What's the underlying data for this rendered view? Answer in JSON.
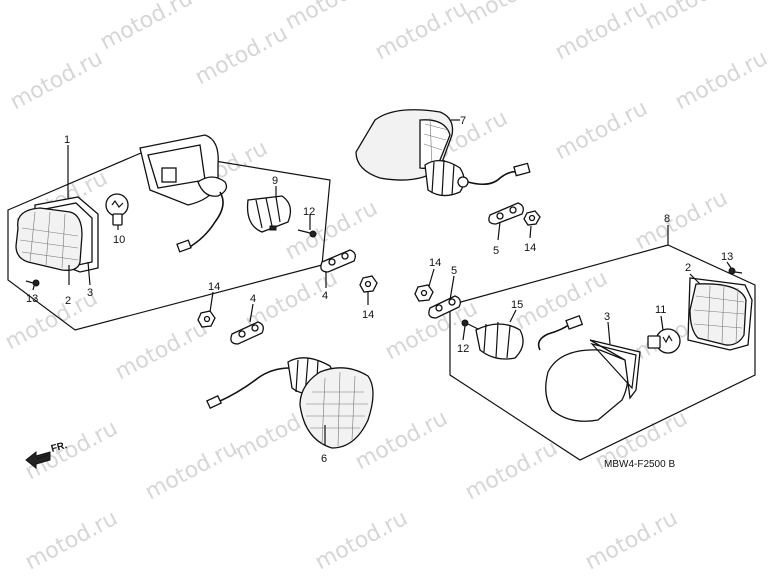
{
  "watermark": "motod.ru",
  "diagram_code": "MBW4-F2500 B",
  "front_arrow": "FR.",
  "callouts": {
    "n1": "1",
    "n2a": "2",
    "n3a": "3",
    "n13a": "13",
    "n10": "10",
    "n9": "9",
    "n12a": "12",
    "n4a": "4",
    "n14a": "14",
    "n4b": "4",
    "n14b": "14",
    "n7": "7",
    "n5a": "5",
    "n14c": "14",
    "n14d": "14",
    "n5b": "5",
    "n12b": "12",
    "n15": "15",
    "n3b": "3",
    "n11": "11",
    "n8": "8",
    "n2b": "2",
    "n13b": "13",
    "n6": "6"
  }
}
